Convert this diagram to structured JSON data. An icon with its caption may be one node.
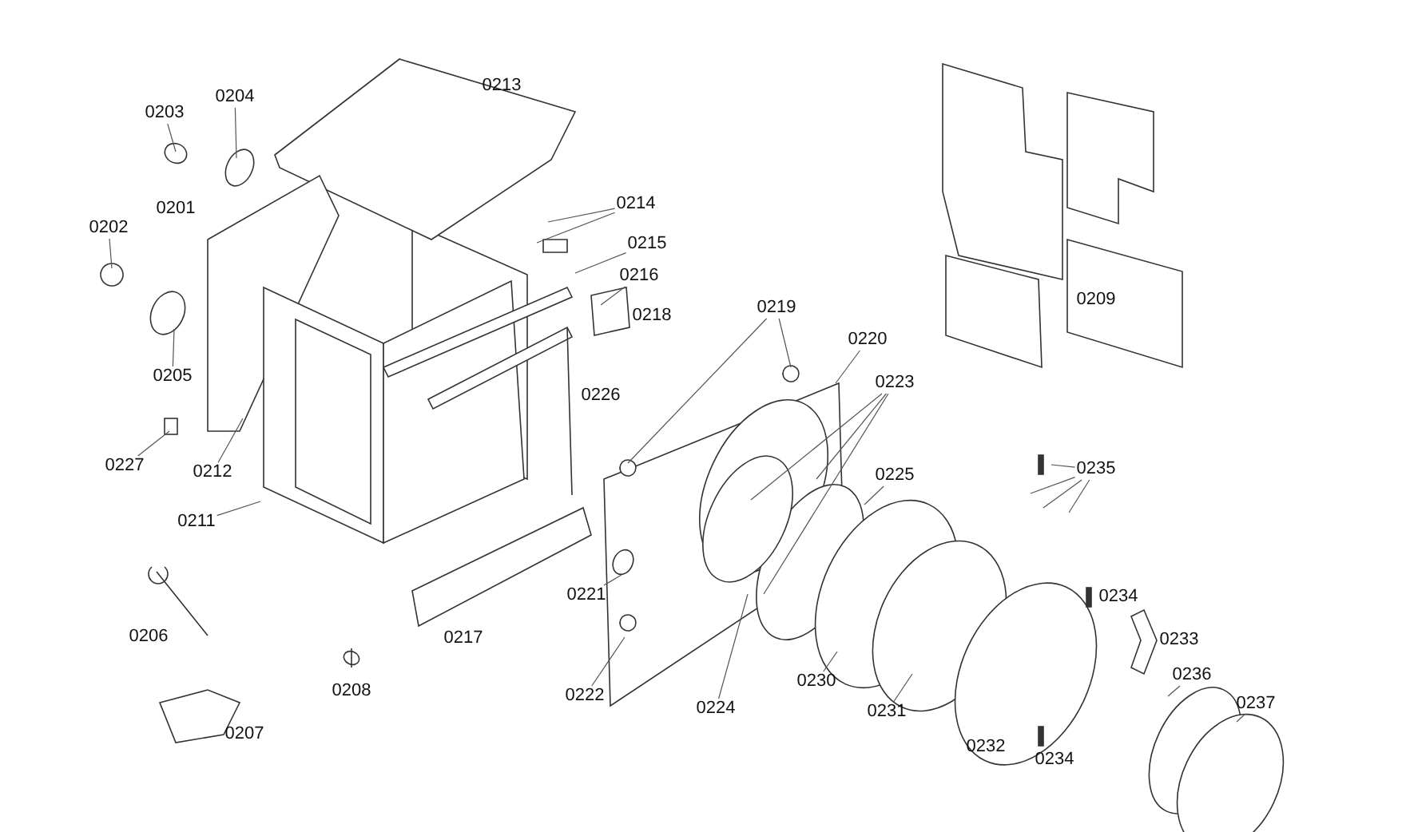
{
  "diagram": {
    "nodes": [
      {
        "text": [
          "0203"
        ]
      },
      {
        "text": [
          "0204"
        ]
      },
      {
        "text": [
          "0202"
        ]
      },
      {
        "text": [
          "0205"
        ]
      },
      {
        "text": [
          "0227"
        ]
      },
      {
        "text": [
          "0212"
        ]
      },
      {
        "text": [
          "0211"
        ]
      },
      {
        "text": [
          "0214"
        ]
      },
      {
        "text": [
          "0215"
        ]
      },
      {
        "text": [
          "0216"
        ]
      },
      {
        "text": [
          "0219"
        ]
      },
      {
        "text": [
          "0220"
        ]
      },
      {
        "text": [
          "0223"
        ]
      },
      {
        "text": [
          "0225"
        ]
      },
      {
        "text": [
          "0221"
        ]
      },
      {
        "text": [
          "0222"
        ]
      },
      {
        "text": [
          "0224"
        ]
      },
      {
        "text": [
          "0230"
        ]
      },
      {
        "text": [
          "0231"
        ]
      },
      {
        "text": [
          "0235"
        ]
      },
      {
        "text": [
          "0236"
        ]
      },
      {
        "text": [
          "0237"
        ]
      }
    ],
    "edges": [
      {
        "from": 0,
        "to": null,
        "arrow": "none"
      },
      {
        "from": 1,
        "to": null,
        "arrow": "none"
      },
      {
        "from": 2,
        "to": null,
        "arrow": "none"
      },
      {
        "from": 3,
        "to": null,
        "arrow": "none"
      },
      {
        "from": 4,
        "to": null,
        "arrow": "none"
      },
      {
        "from": 5,
        "to": null,
        "arrow": "none"
      },
      {
        "from": 6,
        "to": null,
        "arrow": "none"
      },
      {
        "from": 7,
        "to": null,
        "arrow": "none"
      },
      {
        "from": 7,
        "to": null,
        "arrow": "none"
      },
      {
        "from": 8,
        "to": null,
        "arrow": "none"
      },
      {
        "from": 9,
        "to": null,
        "arrow": "none"
      },
      {
        "from": 10,
        "to": null,
        "arrow": "none"
      },
      {
        "from": 10,
        "to": null,
        "arrow": "none"
      },
      {
        "from": 11,
        "to": null,
        "arrow": "none"
      },
      {
        "from": 12,
        "to": null,
        "arrow": "none"
      },
      {
        "from": 12,
        "to": null,
        "arrow": "none"
      },
      {
        "from": 12,
        "to": null,
        "arrow": "none"
      },
      {
        "from": 13,
        "to": null,
        "arrow": "none"
      },
      {
        "from": 14,
        "to": null,
        "arrow": "none"
      },
      {
        "from": 15,
        "to": null,
        "arrow": "none"
      },
      {
        "from": 16,
        "to": null,
        "arrow": "none"
      },
      {
        "from": 17,
        "to": null,
        "arrow": "none"
      },
      {
        "from": 18,
        "to": null,
        "arrow": "none"
      },
      {
        "from": 19,
        "to": null,
        "arrow": "none"
      },
      {
        "from": 19,
        "to": null,
        "arrow": "none"
      },
      {
        "from": 19,
        "to": null,
        "arrow": "none"
      },
      {
        "from": 19,
        "to": null,
        "arrow": "none"
      },
      {
        "from": 20,
        "to": null,
        "arrow": "none"
      },
      {
        "from": 21,
        "to": null,
        "arrow": "none"
      }
    ],
    "labels": [
      "0213",
      "0201",
      "0209",
      "0218",
      "0226",
      "0234",
      "0206",
      "0217",
      "0233",
      "0208",
      "0207",
      "0232",
      "0234"
    ]
  }
}
